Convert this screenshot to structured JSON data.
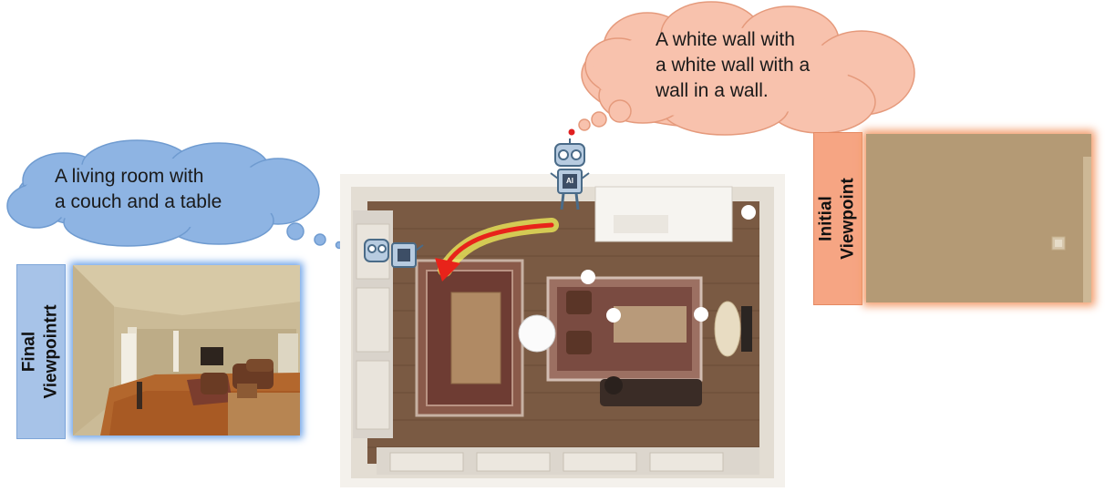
{
  "final_caption": {
    "lines": [
      "A living room with",
      "a couch and a table"
    ]
  },
  "initial_caption": {
    "lines": [
      "A white wall with",
      "a white wall with a",
      "wall in a wall."
    ]
  },
  "final_label": "Final\nViewpointrt",
  "initial_label": "Initial\nViewpoint",
  "robot_chip_text": "AI",
  "colors": {
    "final_cloud": "#8eb4e3",
    "initial_cloud": "#f8c2ad",
    "final_label_bg": "#a7c3e8",
    "initial_label_bg": "#f6a583",
    "path_arrow": "#e8231a",
    "path_glow": "#f3f05a",
    "floor": "#7a5a43"
  }
}
